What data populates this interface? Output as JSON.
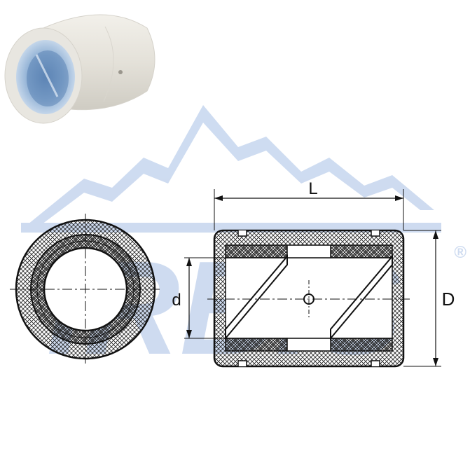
{
  "dimensions": {
    "length": "L",
    "inner_diameter": "d",
    "outer_diameter": "D"
  },
  "watermark": {
    "brand": "IRBIS",
    "mark": "®"
  },
  "colors": {
    "line": "#111111",
    "watermark": "#c9d8ef",
    "bushing_body": "#e6e3dc",
    "bushing_liner": "#a8c4e0"
  }
}
